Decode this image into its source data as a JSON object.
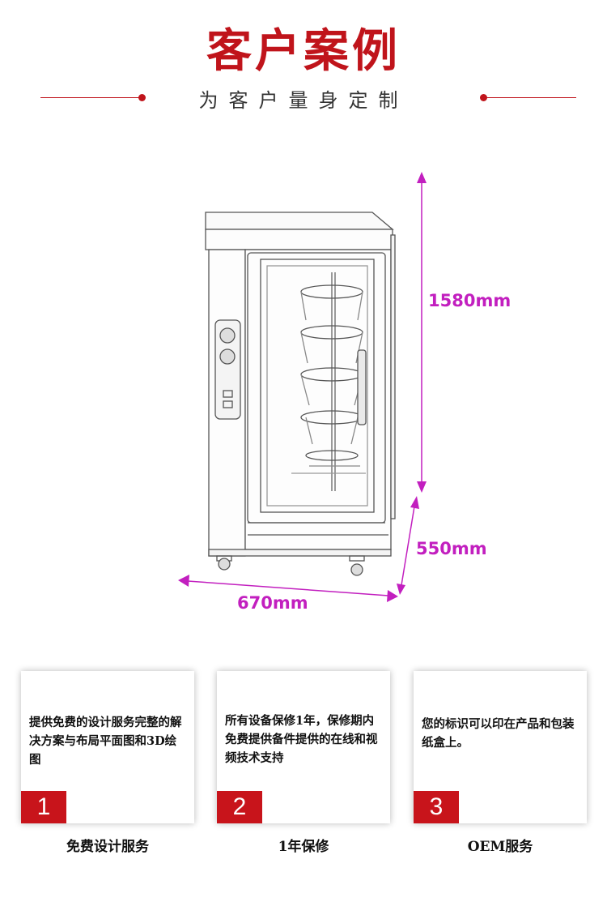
{
  "header": {
    "title": "客户案例",
    "subtitle": "为客户量身定制"
  },
  "dimensions": {
    "height": "1580mm",
    "depth": "550mm",
    "width": "670mm"
  },
  "colors": {
    "brand_red": "#c0141b",
    "dimension_magenta": "#c21fbf"
  },
  "services": [
    {
      "number": "1",
      "text": "提供免费的设计服务完整的解决方案与布局平面图和3D绘图",
      "caption": "免费设计服务"
    },
    {
      "number": "2",
      "text": "所有设备保修1年，保修期内免费提供备件提供的在线和视频技术支持",
      "caption": "1年保修"
    },
    {
      "number": "3",
      "text": "您的标识可以印在产品和包装纸盒上。",
      "caption": "OEM服务"
    }
  ]
}
